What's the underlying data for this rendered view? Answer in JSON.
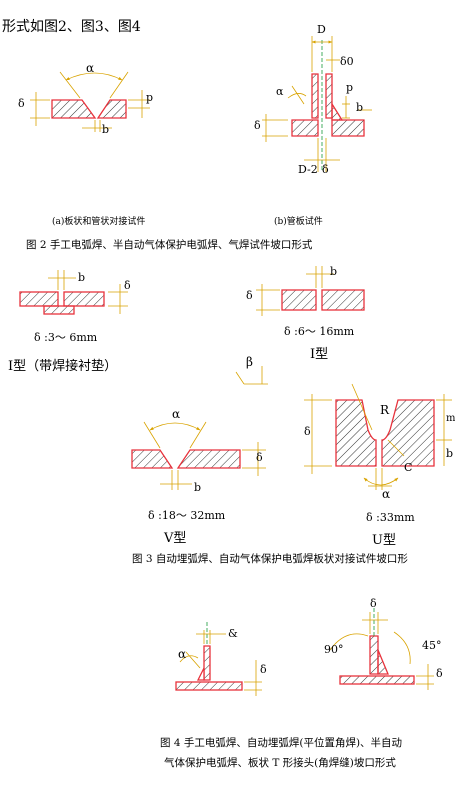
{
  "intro": "形式如图2、图3、图4",
  "fig2": {
    "sub_a": "(a)板状和管状对接试件",
    "sub_b": "(b)管板试件",
    "caption": "图 2   手工电弧焊、半自动气体保护电弧焊、气焊试件坡口形式",
    "labels": {
      "alpha": "α",
      "delta": "δ",
      "p": "p",
      "b": "b",
      "D": "D",
      "delta0": "δ0",
      "D2": "D-2",
      "alpha_b": "α",
      "p_b": "p",
      "b_b": "b",
      "delta_b": "δ",
      "delta_bottom": "δ"
    }
  },
  "fig3": {
    "i1_range": "δ :3～ 6mm",
    "i1_title": "I型（带焊接衬垫）",
    "i2_range": "δ :6～ 16mm",
    "i2_title": "I型",
    "v_range": "δ :18～ 32mm",
    "v_title": "V型",
    "u_range": "δ :33mm",
    "u_title": "U型",
    "caption": "图 3   自动埋弧焊、自动气体保护电弧焊板状对接试件坡口形",
    "labels": {
      "b1": "b",
      "d1": "δ",
      "b2": "b",
      "d2": "δ",
      "beta": "β",
      "alpha_v": "α",
      "d_v": "δ",
      "b_v": "b",
      "R": "R",
      "d_u": "δ",
      "m": "m",
      "c": "C",
      "alpha_u": "α",
      "b_u": "b"
    }
  },
  "fig4": {
    "caption_1": "图 4   手工电弧焊、自动埋弧焊(平位置角焊)、半自动",
    "caption_2": "气体保护电弧焊、板状 T 形接头(角焊缝)坡口形式",
    "labels": {
      "amp": "&",
      "alpha": "α",
      "delta_l": "δ",
      "delta_top": "δ",
      "deg90": "90°",
      "deg45": "45°",
      "delta_r": "δ"
    }
  },
  "colors": {
    "line": "#000000",
    "weld": "#e8323c",
    "dim": "#d9a300",
    "center": "#1a9a3a"
  }
}
